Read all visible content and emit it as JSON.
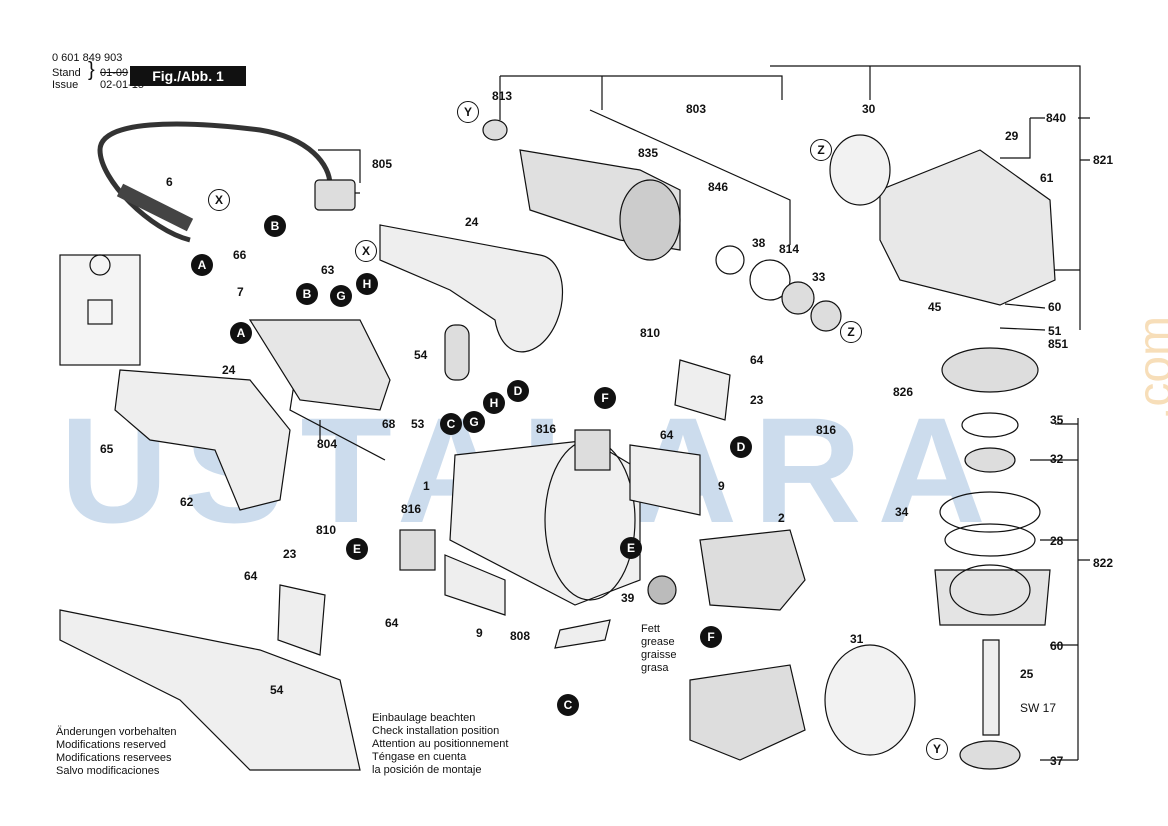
{
  "header": {
    "part_number": "0 601 849 903",
    "stand_label": "Stand",
    "issue_label": "Issue",
    "date_old": "01-09",
    "date_new": "02-01-15",
    "figure_label": "Fig./Abb. 1"
  },
  "watermark": {
    "main": "USTALARA",
    "domain": ".com"
  },
  "notes": {
    "modifications": [
      "Änderungen vorbehalten",
      "Modifications reserved",
      "Modifications reservees",
      "Salvo modificaciones"
    ],
    "installation": [
      "Einbaulage beachten",
      "Check installation position",
      "Attention au positionnement",
      "Téngase en cuenta",
      "la posición de montaje"
    ],
    "grease": [
      "Fett",
      "grease",
      "graisse",
      "grasa"
    ]
  },
  "part_numbers": [
    "813",
    "803",
    "30",
    "840",
    "29",
    "821",
    "835",
    "846",
    "38",
    "814",
    "33",
    "61",
    "805",
    "6",
    "24",
    "66",
    "63",
    "7",
    "54",
    "810",
    "64",
    "23",
    "45",
    "60",
    "51",
    "851",
    "826",
    "68",
    "53",
    "804",
    "65",
    "62",
    "1",
    "816",
    "9",
    "2",
    "35",
    "32",
    "34",
    "28",
    "822",
    "39",
    "808",
    "31",
    "25",
    "37",
    "SW 17"
  ],
  "callouts": [
    "A",
    "B",
    "C",
    "D",
    "E",
    "F",
    "G",
    "H",
    "X",
    "Y",
    "Z"
  ]
}
